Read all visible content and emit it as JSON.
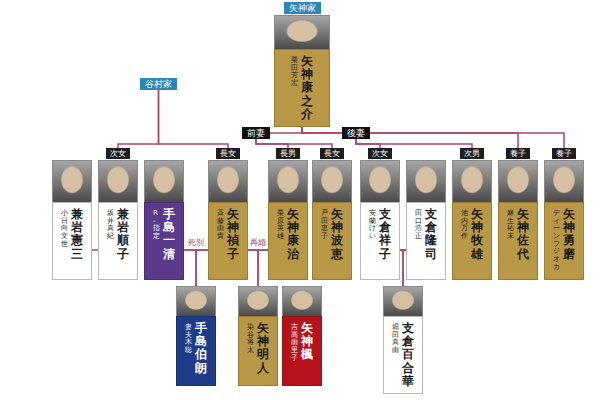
{
  "diagram": {
    "nodes": [
      {
        "text": [
          "矢神家"
        ]
      },
      {
        "text": [
          "矢神 康之介",
          "栗田 芳宏"
        ]
      },
      {
        "text": [
          "谷村家"
        ]
      },
      {
        "text": [
          "前妻"
        ]
      },
      {
        "text": [
          "後妻"
        ]
      },
      {
        "text": [
          "兼岩 憲三",
          "小日向 文世"
        ]
      },
      {
        "text": [
          "次女",
          "兼岩 順子",
          "坂井 真紀"
        ]
      },
      {
        "text": [
          "手島 一清",
          "R-指定"
        ]
      },
      {
        "text": [
          "長女",
          "矢神 禎子",
          "斉藤 由貴"
        ]
      },
      {
        "text": [
          "長男",
          "矢神 康治",
          "栗原 英雄"
        ]
      },
      {
        "text": [
          "長女",
          "矢神 波恵",
          "戸田 恵子"
        ]
      },
      {
        "text": [
          "次女",
          "支倉 祥子",
          "安蘭 けい"
        ]
      },
      {
        "text": [
          "支倉 隆司",
          "田口 浩正"
        ]
      },
      {
        "text": [
          "次男",
          "矢神 牧雄",
          "池内 万作"
        ]
      },
      {
        "text": [
          "養子",
          "矢神 佐代",
          "麻生 祐未"
        ]
      },
      {
        "text": [
          "養子",
          "矢神 勇磨",
          "ディーン・フジオカ"
        ]
      },
      {
        "text": [
          "手島 伯朗",
          "妻夫木 聡"
        ]
      },
      {
        "text": [
          "矢神 明人",
          "染谷 将太"
        ]
      },
      {
        "text": [
          "矢神 楓",
          "吉高 由里子"
        ]
      },
      {
        "text": [
          "支倉 百合華",
          "堀田 真由"
        ]
      }
    ],
    "edges": [
      {
        "from": 1,
        "to": 3,
        "arrow": "none"
      },
      {
        "from": 1,
        "to": 4,
        "arrow": "none"
      },
      {
        "from": 1,
        "to": 14,
        "arrow": "none"
      },
      {
        "from": 1,
        "to": 15,
        "arrow": "none"
      },
      {
        "from": 3,
        "to": 9,
        "arrow": "none"
      },
      {
        "from": 3,
        "to": 10,
        "arrow": "none"
      },
      {
        "from": 4,
        "to": 11,
        "arrow": "none"
      },
      {
        "from": 4,
        "to": 13,
        "arrow": "none"
      },
      {
        "from": 2,
        "to": 6,
        "arrow": "none"
      },
      {
        "from": 2,
        "to": 8,
        "arrow": "none"
      },
      {
        "from": 5,
        "to": 6,
        "arrow": "none"
      },
      {
        "from": 7,
        "to": 8,
        "label": "死別",
        "arrow": "none"
      },
      {
        "from": 8,
        "to": 9,
        "label": "再婚",
        "arrow": "none"
      },
      {
        "from": 11,
        "to": 12,
        "arrow": "none"
      },
      {
        "from": 7,
        "to": 16,
        "arrow": "none"
      },
      {
        "from": 8,
        "to": 16,
        "arrow": "none"
      },
      {
        "from": 8,
        "to": 17,
        "arrow": "none"
      },
      {
        "from": 9,
        "to": 17,
        "arrow": "none"
      },
      {
        "from": 11,
        "to": 19,
        "arrow": "none"
      },
      {
        "from": 12,
        "to": 19,
        "arrow": "none"
      }
    ]
  }
}
